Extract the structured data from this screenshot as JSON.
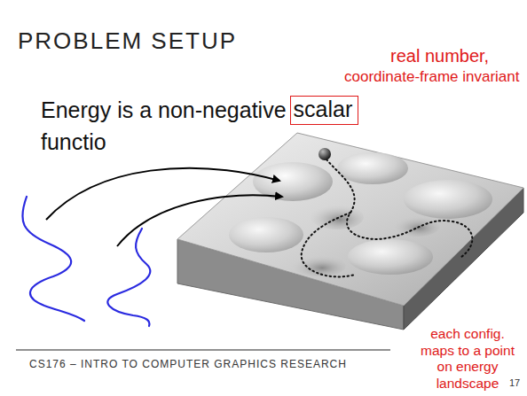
{
  "diagram": {
    "title": "PROBLEM SETUP",
    "nodes": [
      {
        "text": [
          "scalar"
        ]
      }
    ],
    "labels": [
      "real number,",
      "coordinate-frame invariant",
      "Energy is a non-negative",
      "functio",
      "each config. maps to a point on energy landscape",
      "CS176 – INTRO TO COMPUTER GRAPHICS RESEARCH",
      "17"
    ]
  }
}
